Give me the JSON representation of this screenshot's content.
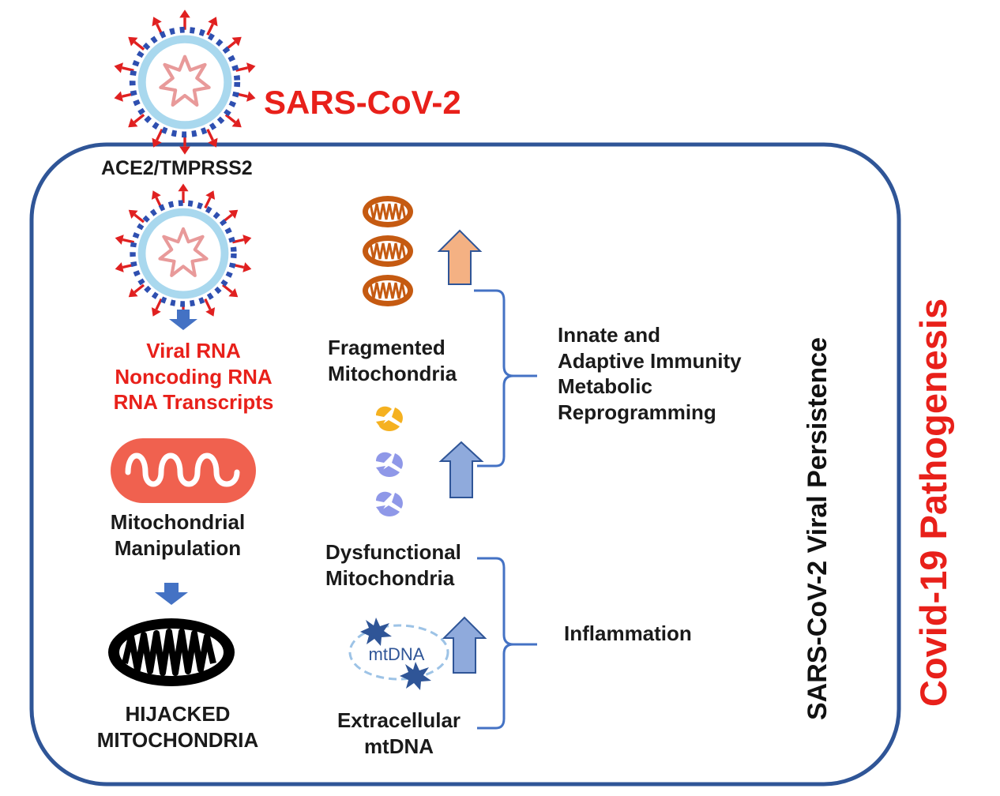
{
  "header": {
    "virus_name": "SARS-CoV-2"
  },
  "entry": {
    "receptor_label": "ACE2/TMPRSS2"
  },
  "viral_products": [
    "Viral RNA",
    "Noncoding RNA",
    "RNA Transcripts"
  ],
  "left_column": {
    "manipulation": [
      "Mitochondrial",
      "Manipulation"
    ],
    "hijacked": [
      "HIJACKED",
      "MITOCHONDRIA"
    ]
  },
  "middle_column": {
    "fragmented": [
      "Fragmented",
      "Mitochondria"
    ],
    "dysfunctional": [
      "Dysfunctional",
      "Mitochondria"
    ],
    "mtdna_icon_label": "mtDNA",
    "extracellular": [
      "Extracellular",
      "mtDNA"
    ]
  },
  "outcomes": {
    "immunity": [
      "Innate and",
      "Adaptive Immunity",
      "Metabolic",
      "Reprogramming"
    ],
    "inflammation": "Inflammation"
  },
  "side_labels": {
    "persistence": "SARS-CoV-2 Viral Persistence",
    "pathogenesis": "Covid-19  Pathogenesis"
  },
  "colors": {
    "cell_border": "#2f5597",
    "text_red": "#e8201a",
    "arrow_blue": "#4472c4",
    "arrow_orange": "#f4b183",
    "arrow_lightblue": "#8faadc",
    "mito_brown": "#c55a11",
    "mito_red": "#f0614f",
    "mito_yellow": "#f5b120",
    "mito_lavender": "#8f98e8"
  }
}
